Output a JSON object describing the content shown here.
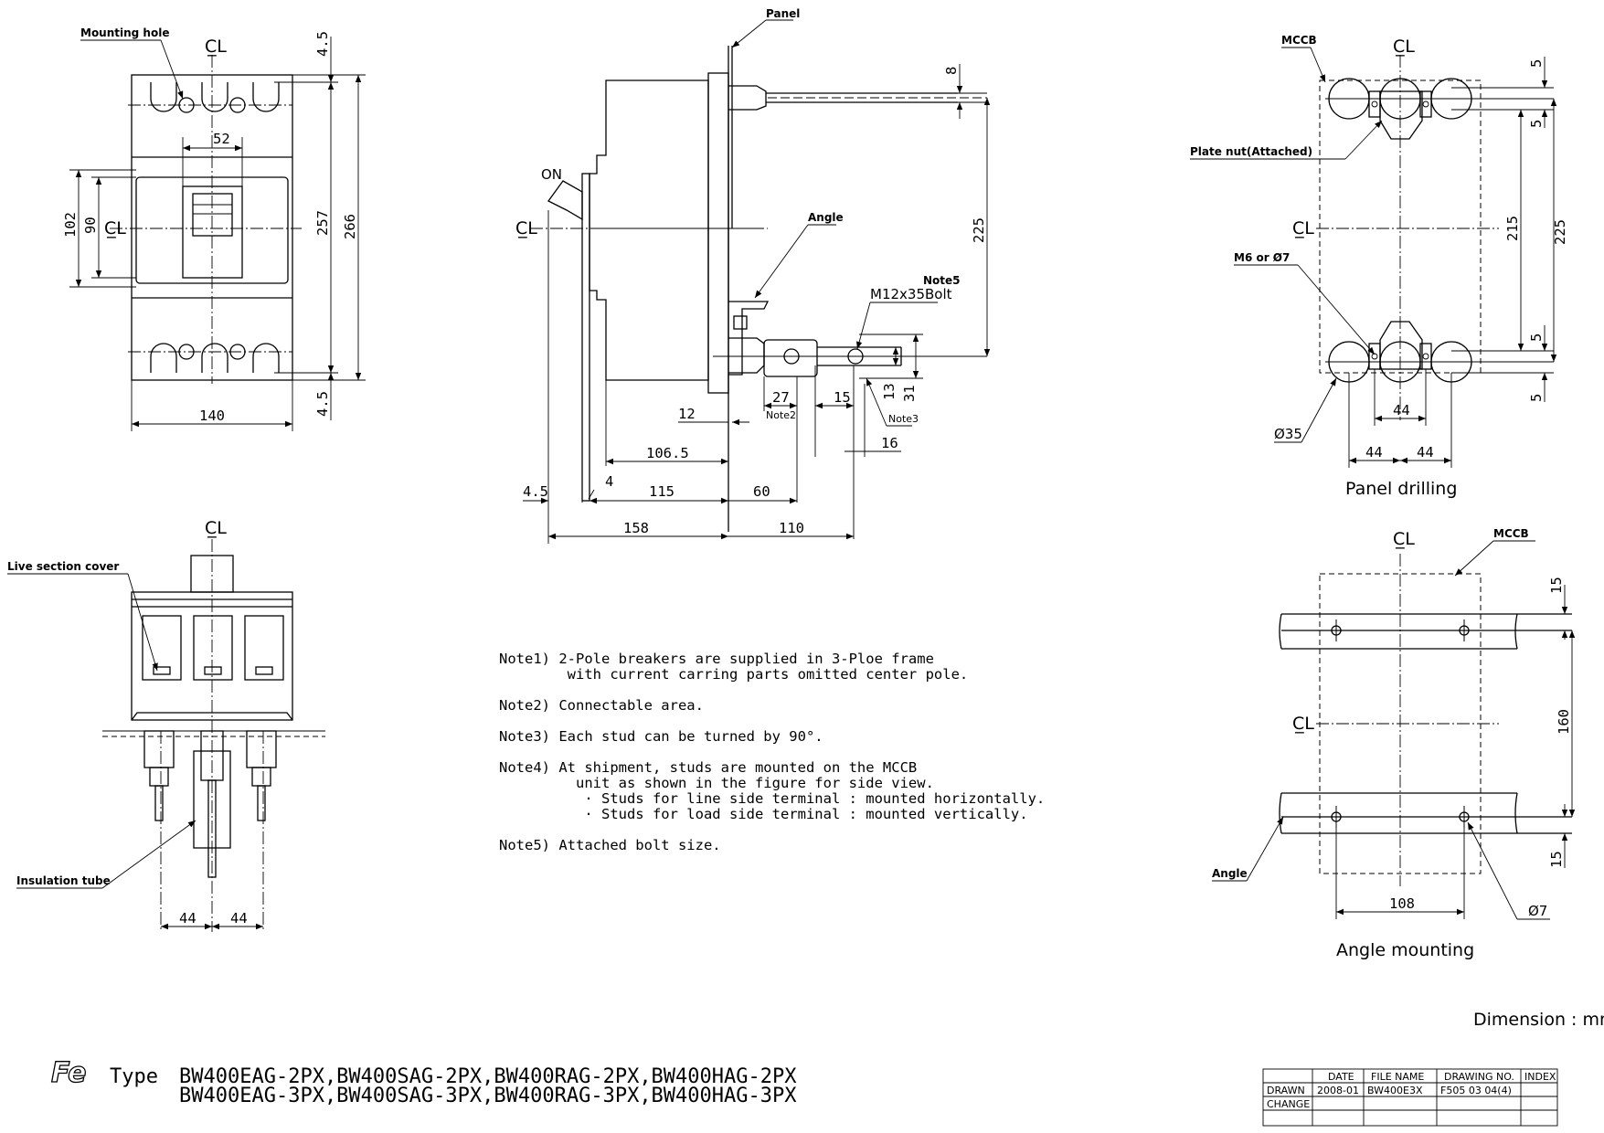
{
  "front_view": {
    "mounting_hole_label": "Mounting hole",
    "centerline_symbol": "C̲L",
    "dim_top_gap": "4.5",
    "dim_bottom_gap": "4.5",
    "dim_257": "257",
    "dim_266": "266",
    "dim_52": "52",
    "dim_102": "102",
    "dim_90": "90",
    "dim_140": "140"
  },
  "side_view": {
    "panel_label": "Panel",
    "on_label": "ON",
    "angle_label": "Angle",
    "note5_label": "Note5",
    "bolt_label": "M12x35Bolt",
    "note2_label": "Note2",
    "note3_label": "Note3",
    "dim_8": "8",
    "dim_225": "225",
    "dim_13": "13",
    "dim_31": "31",
    "dim_27": "27",
    "dim_15": "15",
    "dim_12": "12",
    "dim_16": "16",
    "dim_106_5": "106.5",
    "dim_4_5": "4.5",
    "dim_4": "4",
    "dim_115": "115",
    "dim_60": "60",
    "dim_158": "158",
    "dim_110": "110"
  },
  "bottom_view": {
    "live_cover_label": "Live section cover",
    "insulation_label": "Insulation tube",
    "dim_44_left": "44",
    "dim_44_right": "44"
  },
  "notes": [
    "Note1) 2-Pole breakers are supplied in 3-Ploe frame",
    "        with current carring parts omitted center pole.",
    "Note2) Connectable area.",
    "Note3) Each stud can be turned by 90°.",
    "Note4) At shipment, studs are mounted on the MCCB",
    "         unit as shown in the figure for side view.",
    "          · Studs for line side terminal : mounted horizontally.",
    "          · Studs for load side terminal : mounted vertically.",
    "Note5) Attached bolt size."
  ],
  "panel_drilling": {
    "title": "Panel drilling",
    "mccb_label": "MCCB",
    "plate_nut_label": "Plate nut(Attached)",
    "hole_label": "M6 or Ø7",
    "dia_label": "Ø35",
    "dim_5a": "5",
    "dim_5b": "5",
    "dim_5c": "5",
    "dim_5d": "5",
    "dim_215": "215",
    "dim_225": "225",
    "dim_44_center": "44",
    "dim_44_left": "44",
    "dim_44_right": "44"
  },
  "angle_mounting": {
    "title": "Angle mounting",
    "mccb_label": "MCCB",
    "angle_label": "Angle",
    "dia_label": "Ø7",
    "dim_15_top": "15",
    "dim_160": "160",
    "dim_15_bottom": "15",
    "dim_108": "108"
  },
  "dimension_unit": "Dimension : mm",
  "footer": {
    "logo": "Fe",
    "type_prefix": "Type",
    "type_line1": "BW400EAG-2PX,BW400SAG-2PX,BW400RAG-2PX,BW400HAG-2PX",
    "type_line2": "BW400EAG-3PX,BW400SAG-3PX,BW400RAG-3PX,BW400HAG-3PX"
  },
  "title_block": {
    "headers": [
      "",
      "DATE",
      "FILE NAME",
      "DRAWING NO.",
      "INDEX"
    ],
    "rows": [
      [
        "DRAWN",
        "2008-01",
        "BW400E3X",
        "F505 03 04(4)",
        ""
      ],
      [
        "CHANGE",
        "",
        "",
        "",
        ""
      ],
      [
        "",
        "",
        "",
        "",
        ""
      ]
    ]
  },
  "colors": {
    "ink": "#000000",
    "paper": "#ffffff"
  }
}
